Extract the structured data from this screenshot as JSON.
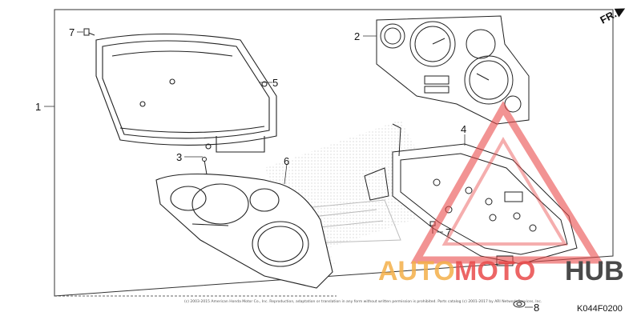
{
  "diagram": {
    "direction_label": "FR.",
    "part_code": "K044F0200",
    "copyright": "(c) 2003-2015 American Honda Motor Co., Inc. Reproduction, adaptation or translation in any form without written permission is prohibited. Parts catalog (c) 2001-2017 by ARI Network Services, Inc.",
    "callouts": [
      {
        "num": "1",
        "part": "meter-assembly"
      },
      {
        "num": "2",
        "part": "meter-panel"
      },
      {
        "num": "3",
        "part": "screw"
      },
      {
        "num": "4",
        "part": "meter-case-lower"
      },
      {
        "num": "5",
        "part": "meter-case-upper-lens"
      },
      {
        "num": "6",
        "part": "meter-visor-frame"
      },
      {
        "num": "7",
        "part": "screw-upper"
      },
      {
        "num": "7",
        "part": "screw-lower"
      },
      {
        "num": "8",
        "part": "grommet"
      }
    ]
  },
  "watermark": {
    "text_part1": "AUTO",
    "text_part2": "MOTO",
    "text_part3": "HUB",
    "color_orange": "#f4b04a",
    "color_red": "#e94b4b",
    "color_grey": "#4a4a4a"
  }
}
